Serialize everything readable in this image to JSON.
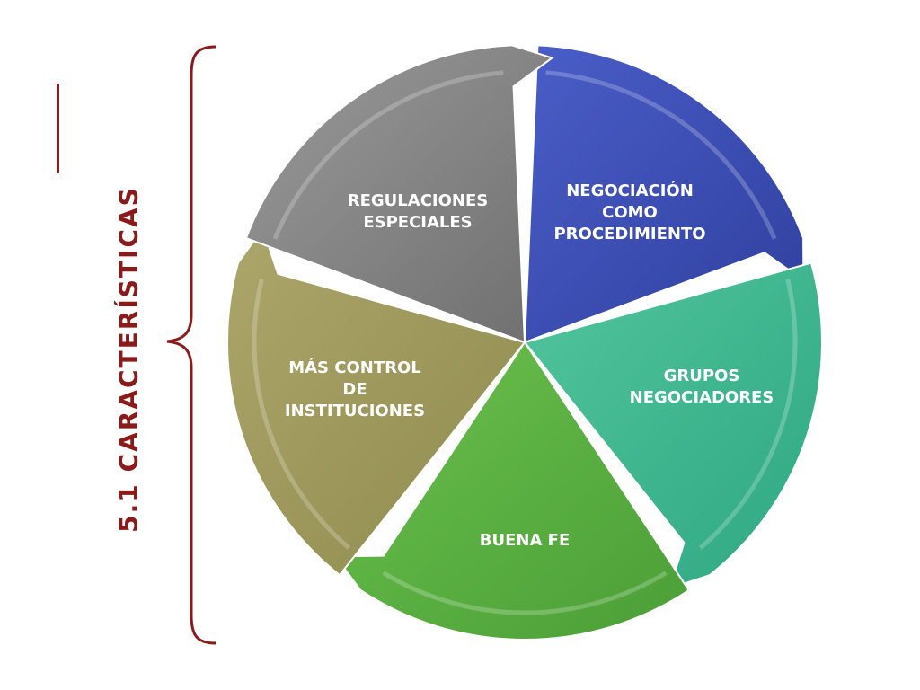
{
  "slide": {
    "title": "5.1 CARACTERÍSTICAS"
  },
  "cycle": {
    "segments": [
      {
        "id": "negociacion",
        "lines": [
          "NEGOCIACIÓN",
          "COMO",
          "PROCEDIMIENTO"
        ],
        "fill": "#2f3f9e",
        "fill_light": "#4a5ec8",
        "text_color": "#ffffff"
      },
      {
        "id": "grupos",
        "lines": [
          "GRUPOS",
          "NEGOCIADORES"
        ],
        "fill": "#2ea781",
        "fill_light": "#52c59d",
        "text_color": "#ffffff"
      },
      {
        "id": "buena-fe",
        "lines": [
          "BUENA FE"
        ],
        "fill": "#4a9e36",
        "fill_light": "#6cc14e",
        "text_color": "#ffffff"
      },
      {
        "id": "control",
        "lines": [
          "MÁS CONTROL",
          "DE",
          "INSTITUCIONES"
        ],
        "fill": "#8f8a4d",
        "fill_light": "#aca66a",
        "text_color": "#ffffff"
      },
      {
        "id": "regulaciones",
        "lines": [
          "REGULACIONES",
          "ESPECIALES"
        ],
        "fill": "#6f6f6f",
        "fill_light": "#9a9a9a",
        "text_color": "#ffffff"
      }
    ],
    "brace_color": "#8b1a1a"
  }
}
